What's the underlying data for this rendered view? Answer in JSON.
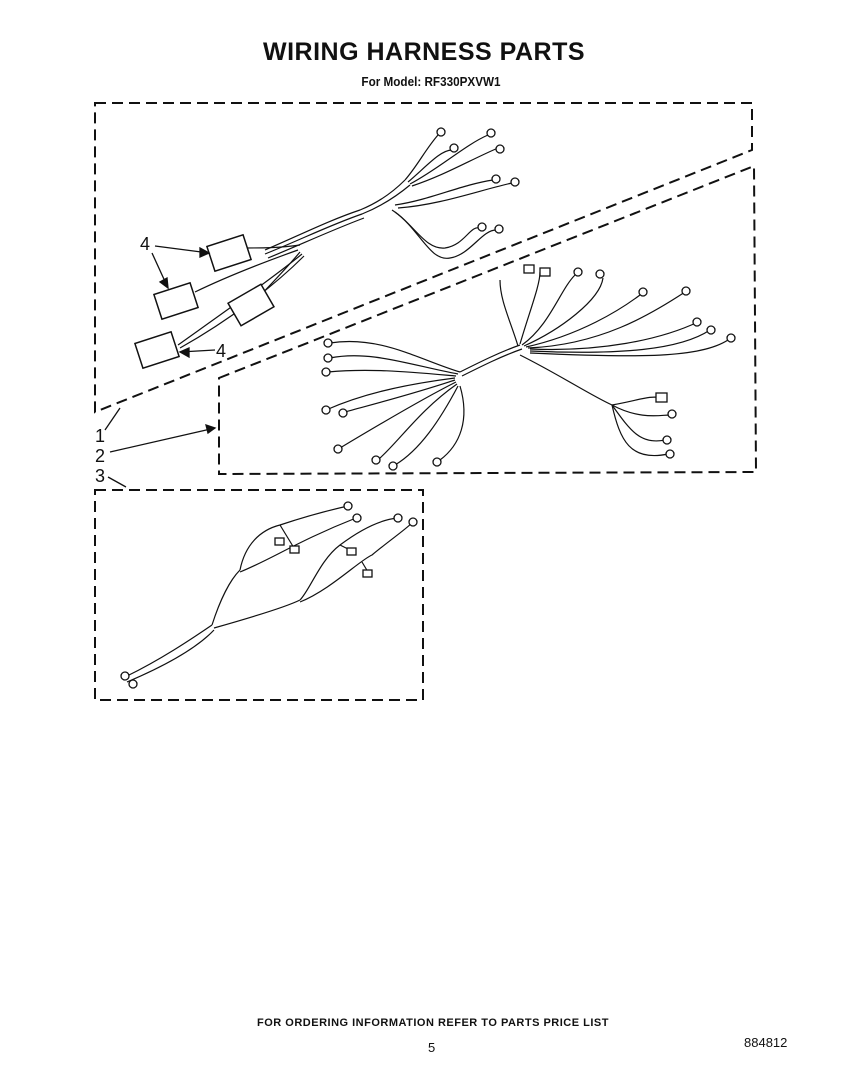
{
  "header": {
    "title": "WIRING HARNESS PARTS",
    "model_line": "For Model: RF330PXVW1"
  },
  "callouts": {
    "part_1": "1",
    "part_2": "2",
    "part_3": "3",
    "part_4": "4"
  },
  "footer": {
    "ordering_note": "FOR ORDERING INFORMATION REFER TO PARTS PRICE LIST",
    "page_number": "5",
    "document_number": "884812"
  }
}
